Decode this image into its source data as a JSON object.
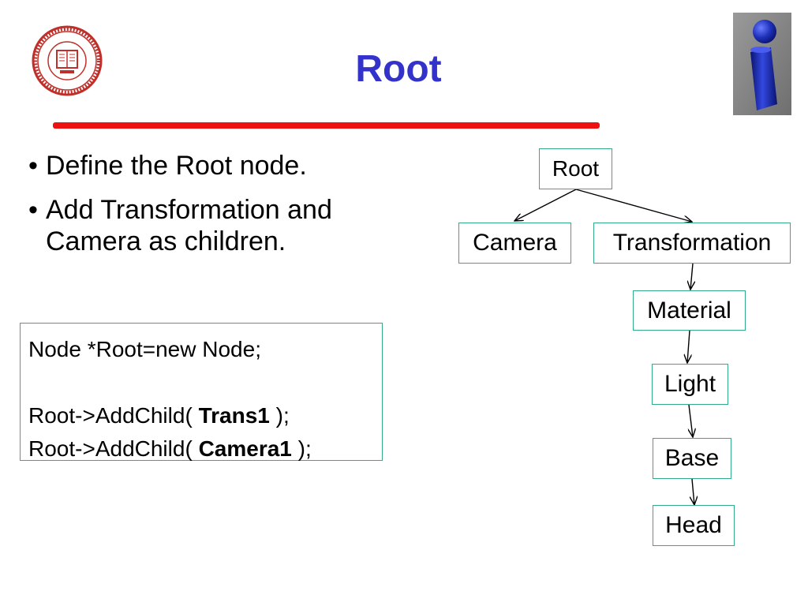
{
  "slide": {
    "title": "Root",
    "title_color": "#3333cc",
    "rule_color": "#ee1111"
  },
  "logos": {
    "left": "university-seal",
    "right": "blue-i-logo"
  },
  "bullets": [
    {
      "text": "Define the Root node."
    },
    {
      "text": "Add Transformation and Camera as children."
    }
  ],
  "code": {
    "line1": "Node *Root=new Node;",
    "line2_prefix": "Root->AddChild( ",
    "line2_bold": "Trans1",
    "line2_suffix": " );",
    "line3_prefix": "Root->AddChild( ",
    "line3_bold": "Camera1",
    "line3_suffix": " );"
  },
  "tree": {
    "node_border_color": "#33aa88",
    "nodes": {
      "root": "Root",
      "camera": "Camera",
      "transformation": "Transformation",
      "material": "Material",
      "light": "Light",
      "base": "Base",
      "head": "Head"
    },
    "edges": [
      [
        "Root",
        "Camera"
      ],
      [
        "Root",
        "Transformation"
      ],
      [
        "Transformation",
        "Material"
      ],
      [
        "Material",
        "Light"
      ],
      [
        "Light",
        "Base"
      ],
      [
        "Base",
        "Head"
      ]
    ]
  }
}
